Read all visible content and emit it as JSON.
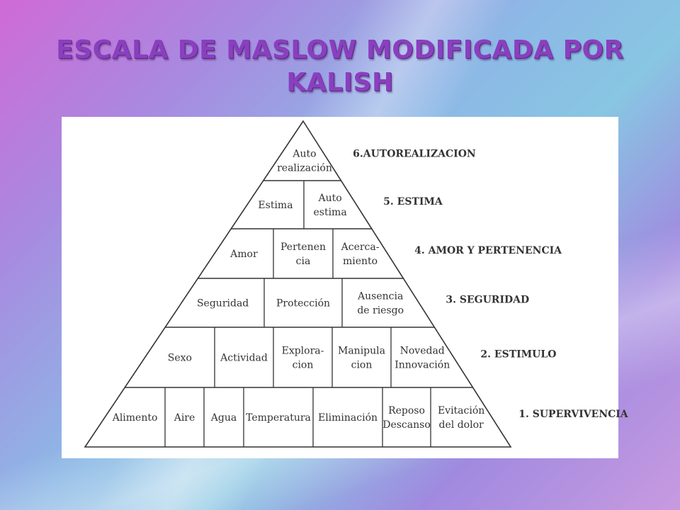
{
  "slide": {
    "title_line1": "ESCALA DE MASLOW MODIFICADA POR",
    "title_line2": "KALISH"
  },
  "pyramid": {
    "levels": [
      {
        "label": "6.AUTOREALIZACION",
        "cells": [
          [
            "Auto",
            "realización"
          ]
        ]
      },
      {
        "label": "5. ESTIMA",
        "cells": [
          [
            "Estima"
          ],
          [
            "Auto",
            "estima"
          ]
        ]
      },
      {
        "label": "4. AMOR Y PERTENENCIA",
        "cells": [
          [
            "Amor"
          ],
          [
            "Pertenen",
            "cia"
          ],
          [
            "Acerca-",
            "miento"
          ]
        ]
      },
      {
        "label": "3. SEGURIDAD",
        "cells": [
          [
            "Seguridad"
          ],
          [
            "Protección"
          ],
          [
            "Ausencia",
            "de riesgo"
          ]
        ]
      },
      {
        "label": "2. ESTIMULO",
        "cells": [
          [
            "Sexo"
          ],
          [
            "Actividad"
          ],
          [
            "Explora-",
            "cion"
          ],
          [
            "Manipula",
            "cion"
          ],
          [
            "Novedad",
            "Innovación"
          ]
        ]
      },
      {
        "label": "1. SUPERVIVENCIA",
        "cells": [
          [
            "Alimento"
          ],
          [
            "Aire"
          ],
          [
            "Agua"
          ],
          [
            "Temperatura"
          ],
          [
            "Eliminación"
          ],
          [
            "Reposo",
            "Descanso"
          ],
          [
            "Evitación",
            "del dolor"
          ]
        ]
      }
    ]
  }
}
